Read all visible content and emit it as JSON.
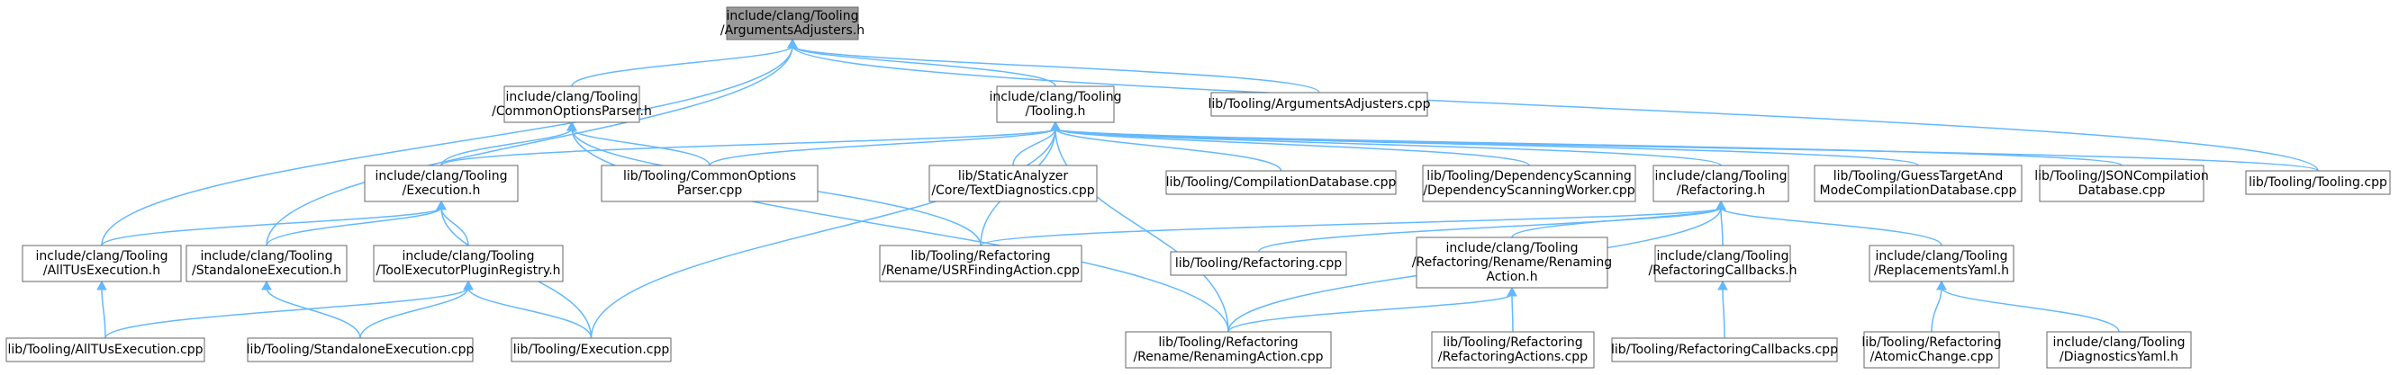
{
  "diagram": {
    "type": "include-dependency-graph",
    "nodes": [
      {
        "id": "n0",
        "lines": [
          "include/clang/Tooling",
          "/ArgumentsAdjusters.h"
        ],
        "root": true
      },
      {
        "id": "n1",
        "lines": [
          "include/clang/Tooling",
          "/CommonOptionsParser.h"
        ]
      },
      {
        "id": "n2",
        "lines": [
          "include/clang/Tooling",
          "/Tooling.h"
        ]
      },
      {
        "id": "n3",
        "lines": [
          "lib/Tooling/ArgumentsAdjusters.cpp"
        ]
      },
      {
        "id": "n4",
        "lines": [
          "include/clang/Tooling",
          "/Execution.h"
        ]
      },
      {
        "id": "n5",
        "lines": [
          "lib/Tooling/CommonOptions",
          "Parser.cpp"
        ]
      },
      {
        "id": "n6",
        "lines": [
          "lib/StaticAnalyzer",
          "/Core/TextDiagnostics.cpp"
        ]
      },
      {
        "id": "n7",
        "lines": [
          "lib/Tooling/CompilationDatabase.cpp"
        ]
      },
      {
        "id": "n8",
        "lines": [
          "lib/Tooling/DependencyScanning",
          "/DependencyScanningWorker.cpp"
        ]
      },
      {
        "id": "n9",
        "lines": [
          "include/clang/Tooling",
          "/Refactoring.h"
        ]
      },
      {
        "id": "n10",
        "lines": [
          "lib/Tooling/GuessTargetAnd",
          "ModeCompilationDatabase.cpp"
        ]
      },
      {
        "id": "n11",
        "lines": [
          "lib/Tooling/JSONCompilation",
          "Database.cpp"
        ]
      },
      {
        "id": "n12",
        "lines": [
          "lib/Tooling/Tooling.cpp"
        ]
      },
      {
        "id": "n13",
        "lines": [
          "include/clang/Tooling",
          "/AllTUsExecution.h"
        ]
      },
      {
        "id": "n14",
        "lines": [
          "include/clang/Tooling",
          "/StandaloneExecution.h"
        ]
      },
      {
        "id": "n15",
        "lines": [
          "include/clang/Tooling",
          "/ToolExecutorPluginRegistry.h"
        ]
      },
      {
        "id": "n16",
        "lines": [
          "lib/Tooling/Refactoring",
          "/Rename/USRFindingAction.cpp"
        ]
      },
      {
        "id": "n17",
        "lines": [
          "lib/Tooling/Refactoring.cpp"
        ]
      },
      {
        "id": "n18",
        "lines": [
          "include/clang/Tooling",
          "/Refactoring/Rename/Renaming",
          "Action.h"
        ]
      },
      {
        "id": "n19",
        "lines": [
          "include/clang/Tooling",
          "/RefactoringCallbacks.h"
        ]
      },
      {
        "id": "n20",
        "lines": [
          "include/clang/Tooling",
          "/ReplacementsYaml.h"
        ]
      },
      {
        "id": "n21",
        "lines": [
          "lib/Tooling/AllTUsExecution.cpp"
        ]
      },
      {
        "id": "n22",
        "lines": [
          "lib/Tooling/StandaloneExecution.cpp"
        ]
      },
      {
        "id": "n23",
        "lines": [
          "lib/Tooling/Execution.cpp"
        ]
      },
      {
        "id": "n24",
        "lines": [
          "lib/Tooling/Refactoring",
          "/Rename/RenamingAction.cpp"
        ]
      },
      {
        "id": "n25",
        "lines": [
          "lib/Tooling/Refactoring",
          "/RefactoringActions.cpp"
        ]
      },
      {
        "id": "n26",
        "lines": [
          "lib/Tooling/RefactoringCallbacks.cpp"
        ]
      },
      {
        "id": "n27",
        "lines": [
          "lib/Tooling/Refactoring",
          "/AtomicChange.cpp"
        ]
      },
      {
        "id": "n28",
        "lines": [
          "include/clang/Tooling",
          "/DiagnosticsYaml.h"
        ]
      }
    ],
    "edges": [
      [
        "n1",
        "n0"
      ],
      [
        "n2",
        "n0"
      ],
      [
        "n3",
        "n0"
      ],
      [
        "n13",
        "n0"
      ],
      [
        "n14",
        "n0"
      ],
      [
        "n12",
        "n0"
      ],
      [
        "n4",
        "n1"
      ],
      [
        "n5",
        "n1"
      ],
      [
        "n16",
        "n1"
      ],
      [
        "n24",
        "n1"
      ],
      [
        "n4",
        "n2"
      ],
      [
        "n5",
        "n2"
      ],
      [
        "n6",
        "n2"
      ],
      [
        "n7",
        "n2"
      ],
      [
        "n8",
        "n2"
      ],
      [
        "n9",
        "n2"
      ],
      [
        "n10",
        "n2"
      ],
      [
        "n11",
        "n2"
      ],
      [
        "n12",
        "n2"
      ],
      [
        "n16",
        "n2"
      ],
      [
        "n23",
        "n2"
      ],
      [
        "n24",
        "n2"
      ],
      [
        "n13",
        "n4"
      ],
      [
        "n14",
        "n4"
      ],
      [
        "n15",
        "n4"
      ],
      [
        "n23",
        "n4"
      ],
      [
        "n16",
        "n9"
      ],
      [
        "n17",
        "n9"
      ],
      [
        "n18",
        "n9"
      ],
      [
        "n19",
        "n9"
      ],
      [
        "n20",
        "n9"
      ],
      [
        "n24",
        "n9"
      ],
      [
        "n21",
        "n13"
      ],
      [
        "n22",
        "n14"
      ],
      [
        "n21",
        "n15"
      ],
      [
        "n22",
        "n15"
      ],
      [
        "n23",
        "n15"
      ],
      [
        "n24",
        "n18"
      ],
      [
        "n25",
        "n18"
      ],
      [
        "n26",
        "n19"
      ],
      [
        "n27",
        "n20"
      ],
      [
        "n28",
        "n20"
      ]
    ]
  }
}
